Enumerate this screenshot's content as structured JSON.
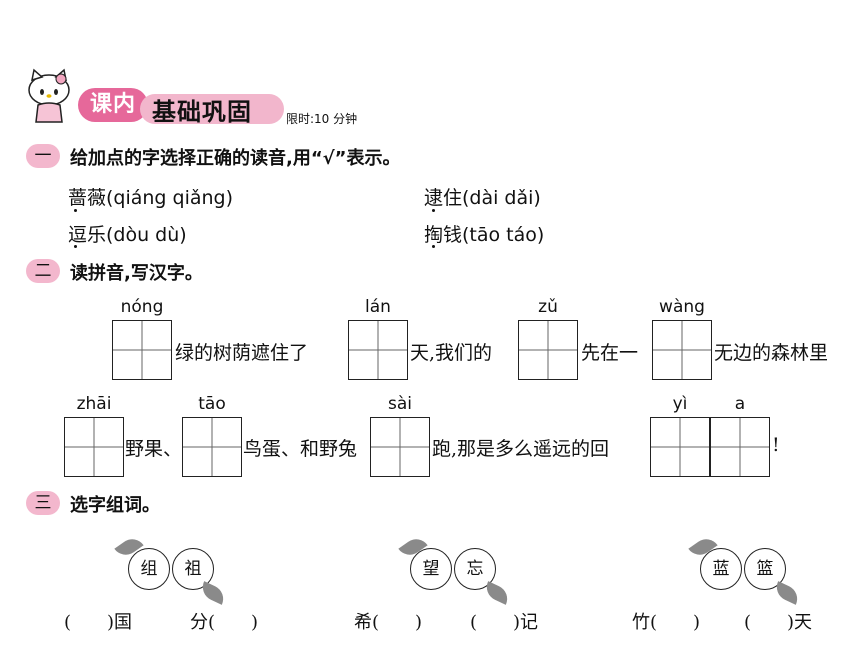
{
  "header": {
    "tag": "课内",
    "title": "基础巩固",
    "time_limit": "限时:10 分钟"
  },
  "section1": {
    "badge": "一",
    "title": "给加点的字选择正确的读音,用“√”表示。",
    "items": [
      "蔷薇(qiáng qiǎng)",
      "逮住(dài dǎi)",
      "逗乐(dòu dù)",
      "掏钱(tāo táo)"
    ]
  },
  "section2": {
    "badge": "二",
    "title": "读拼音,写汉字。",
    "pinyin": [
      "nóng",
      "lán",
      "zǔ",
      "wàng",
      "zhāi",
      "tāo",
      "sài",
      "yì",
      "a"
    ],
    "text": [
      "绿的树荫遮住了",
      "天,我们的",
      "先在一",
      "无边的森林里",
      "野果、",
      "鸟蛋、和野兔",
      "跑,那是多么遥远的回",
      "!"
    ]
  },
  "section3": {
    "badge": "三",
    "title": "选字组词。",
    "groups": [
      [
        "组",
        "祖"
      ],
      [
        "望",
        "忘"
      ],
      [
        "蓝",
        "篮"
      ]
    ],
    "blanks": [
      "(　　)国",
      "分(　　)",
      "希(　　)",
      "(　　)记",
      "竹(　　)",
      "(　　)天"
    ]
  }
}
